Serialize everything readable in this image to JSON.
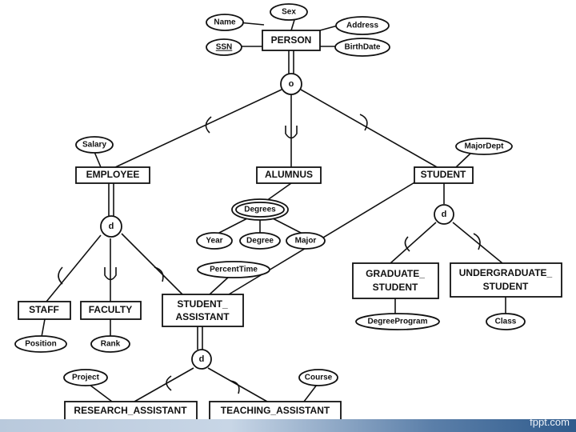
{
  "entities": {
    "person": "PERSON",
    "employee": "EMPLOYEE",
    "alumnus": "ALUMNUS",
    "student": "STUDENT",
    "staff": "STAFF",
    "faculty": "FACULTY",
    "student_assistant_1": "STUDENT_",
    "student_assistant_2": "ASSISTANT",
    "graduate_student_1": "GRADUATE_",
    "graduate_student_2": "STUDENT",
    "undergraduate_student_1": "UNDERGRADUATE_",
    "undergraduate_student_2": "STUDENT",
    "research_assistant": "RESEARCH_ASSISTANT",
    "teaching_assistant": "TEACHING_ASSISTANT"
  },
  "attributes": {
    "sex": "Sex",
    "name": "Name",
    "address": "Address",
    "ssn": "SSN",
    "birthdate": "BirthDate",
    "salary": "Salary",
    "majordept": "MajorDept",
    "degrees": "Degrees",
    "year": "Year",
    "degree": "Degree",
    "major": "Major",
    "percenttime": "PercentTime",
    "position": "Position",
    "rank": "Rank",
    "degreeprogram": "DegreeProgram",
    "class": "Class",
    "project": "Project",
    "course": "Course"
  },
  "constraints": {
    "overlap": "o",
    "disjoint_employee": "d",
    "disjoint_student": "d",
    "disjoint_assistant": "d"
  },
  "footer": {
    "brand": "fppt.com"
  },
  "colors": {
    "ink": "#111111",
    "footer_start": "#b9c9dc",
    "footer_end": "#2f5b8c"
  }
}
